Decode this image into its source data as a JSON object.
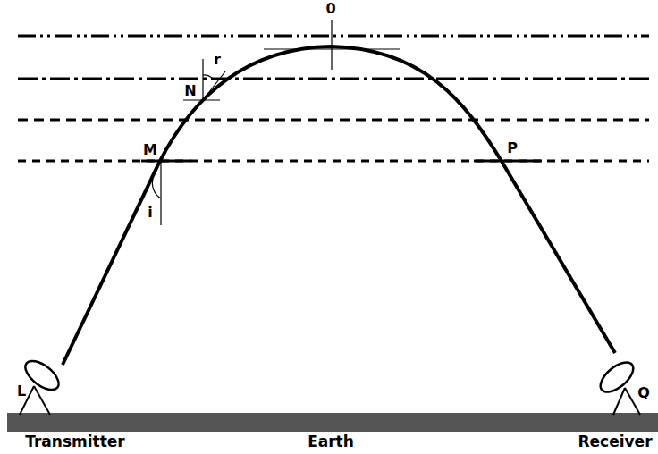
{
  "diagram": {
    "labels": [
      "0",
      "r",
      "N",
      "M",
      "P",
      "i",
      "L",
      "Q",
      "Transmitter",
      "Earth",
      "Receiver"
    ]
  }
}
